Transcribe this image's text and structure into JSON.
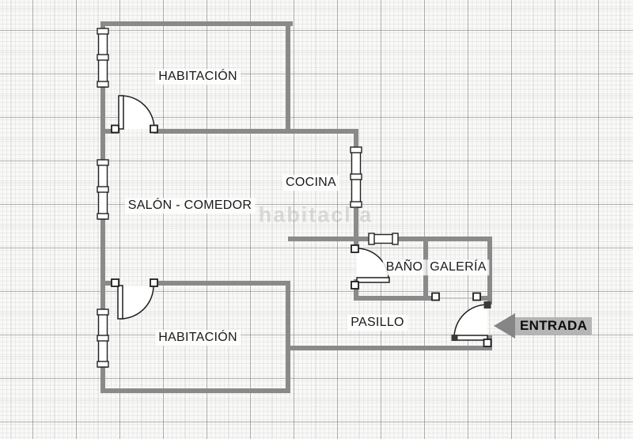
{
  "floorplan": {
    "labels": {
      "bedroom_top": "HABITACIÓN",
      "living_dining": "SALÓN - COMEDOR",
      "kitchen": "COCINA",
      "bathroom": "BAÑO",
      "gallery": "GALERÍA",
      "hallway": "PASILLO",
      "bedroom_bottom": "HABITACIÓN",
      "entrance": "ENTRADA"
    },
    "watermark": "habitaclia",
    "colors": {
      "wall": "#8a8a8a",
      "door_line": "#1f1f1f",
      "entrance_arrow": "#868686",
      "entrance_label_bg": "#b5b5b5",
      "label_text": "#1a1a1a",
      "watermark_text": "#969696"
    }
  }
}
